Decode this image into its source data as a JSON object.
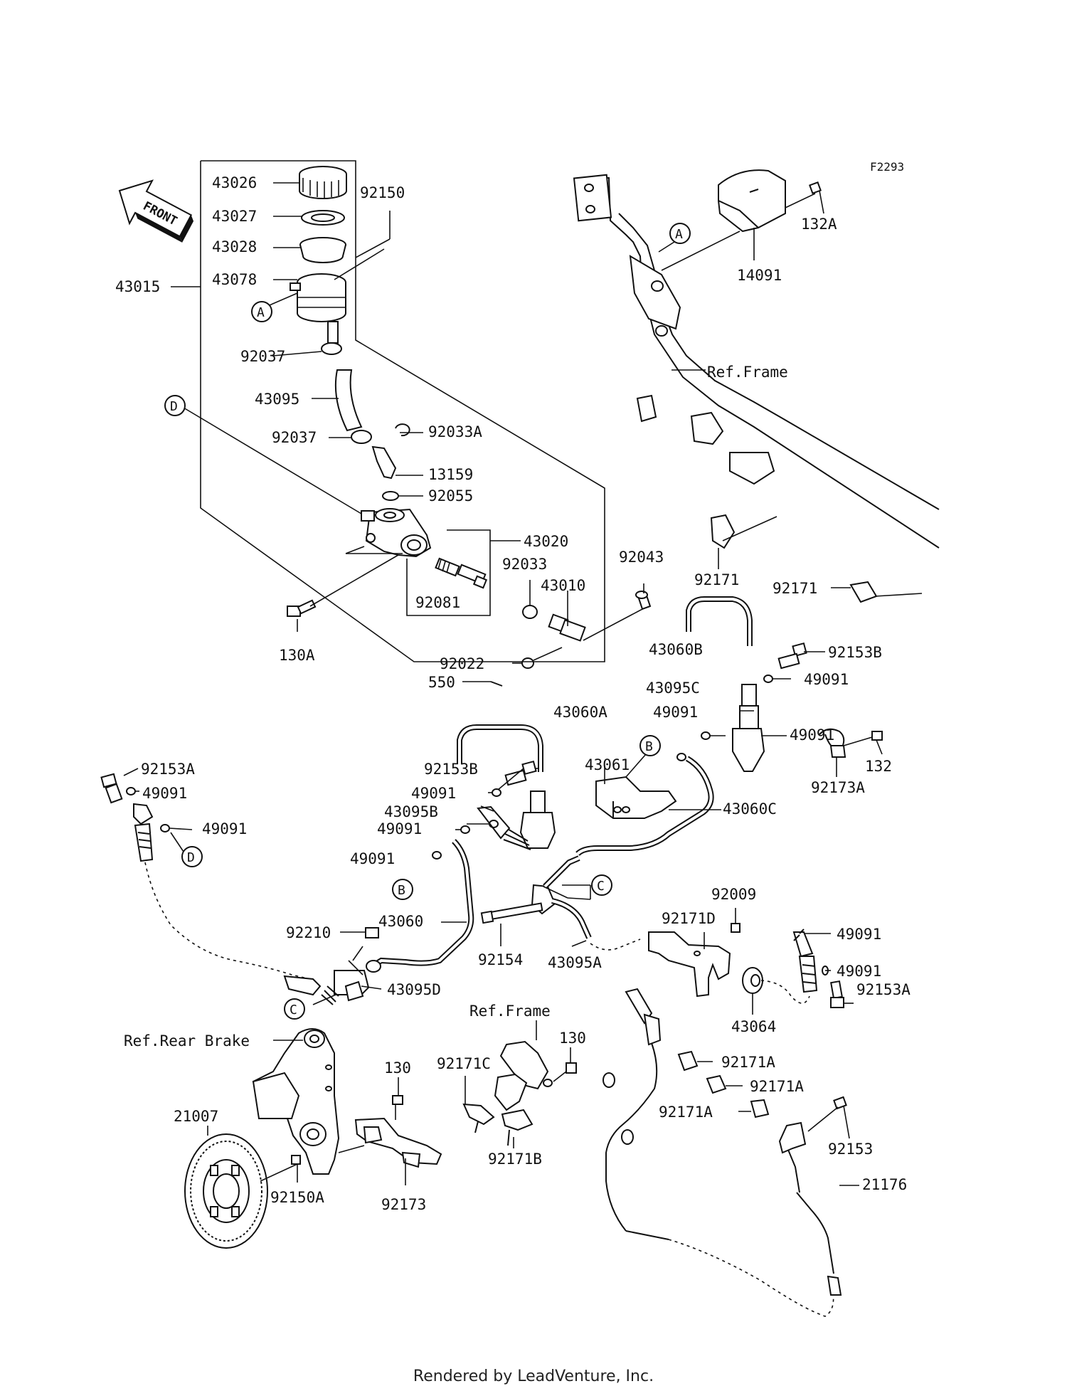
{
  "diagram": {
    "figure_code": "F2293",
    "front_label": "FRONT",
    "footer": "Rendered by LeadVenture, Inc."
  },
  "labels": {
    "p43026": "43026",
    "p43027": "43027",
    "p43028": "43028",
    "p43078": "43078",
    "p43015": "43015",
    "p92150": "92150",
    "p92037a": "92037",
    "p43095": "43095",
    "p92037b": "92037",
    "p92033A": "92033A",
    "p13159": "13159",
    "p92055": "92055",
    "p43020": "43020",
    "p92033": "92033",
    "p43010": "43010",
    "p92081": "92081",
    "p130A": "130A",
    "p92043": "92043",
    "p92022": "92022",
    "p550": "550",
    "p43060A": "43060A",
    "p92153B_l": "92153B",
    "p49091_a": "49091",
    "p43095B": "43095B",
    "p49091_b": "49091",
    "p49091_c": "49091",
    "p92153A_l": "92153A",
    "p49091_d": "49091",
    "p49091_e": "49091",
    "p92210": "92210",
    "p43060": "43060",
    "p43095D": "43095D",
    "p43060B": "43060B",
    "p92153B_r": "92153B",
    "p43095C": "43095C",
    "p49091_f": "49091",
    "p49091_g": "49091",
    "p49091_h": "49091",
    "p43061": "43061",
    "p43060C": "43060C",
    "p92154": "92154",
    "p43095A": "43095A",
    "p92009": "92009",
    "p92171D": "92171D",
    "p49091_i": "49091",
    "p49091_j": "49091",
    "p92153A_r": "92153A",
    "p43064": "43064",
    "p132A": "132A",
    "p14091": "14091",
    "ref_frame_top": "Ref.Frame",
    "p92171_a": "92171",
    "p92171_b": "92171",
    "p132": "132",
    "p92173A": "92173A",
    "ref_frame_mid": "Ref.Frame",
    "p130_mid": "130",
    "p92171C": "92171C",
    "p92171B": "92171B",
    "p92171A_a": "92171A",
    "p92171A_b": "92171A",
    "p92171A_c": "92171A",
    "p92153": "92153",
    "p21176": "21176",
    "ref_rear_brake": "Ref.Rear Brake",
    "p21007": "21007",
    "p130_low": "130",
    "p92150A": "92150A",
    "p92173": "92173"
  },
  "callouts": {
    "A1": "A",
    "A2": "A",
    "B1": "B",
    "B2": "B",
    "C1": "C",
    "C2": "C",
    "D1": "D",
    "D2": "D"
  }
}
